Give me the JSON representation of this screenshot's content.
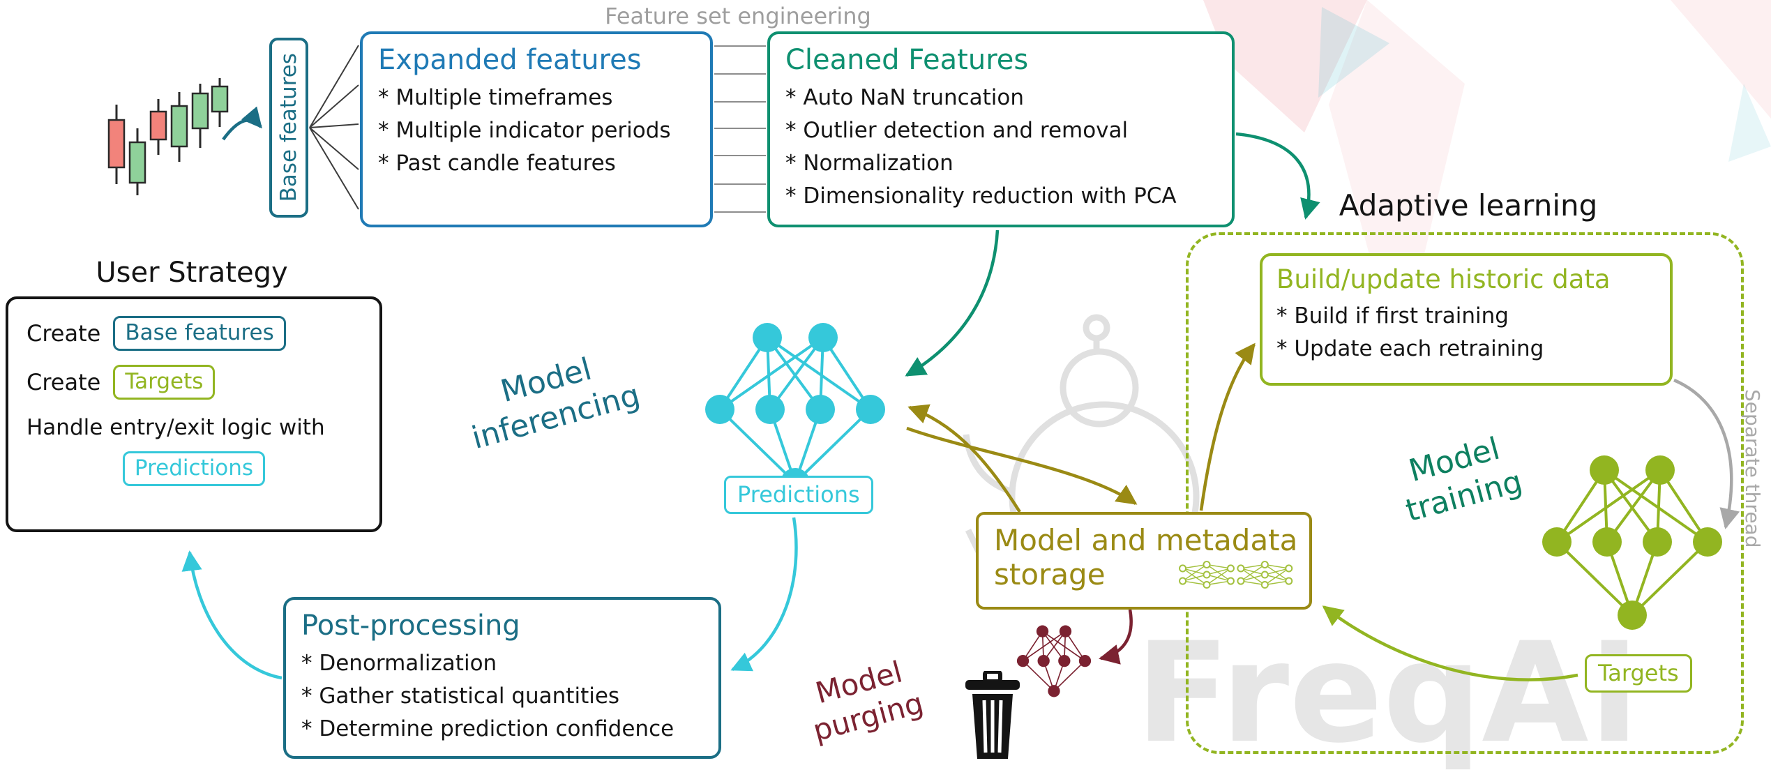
{
  "header": {
    "feature_set_engineering": "Feature set engineering"
  },
  "base_features_box": {
    "label": "Base features"
  },
  "expanded_features_box": {
    "title": "Expanded features",
    "items": [
      "* Multiple timeframes",
      "* Multiple indicator periods",
      "* Past candle features"
    ]
  },
  "cleaned_features_box": {
    "title": "Cleaned Features",
    "items": [
      "* Auto NaN truncation",
      "* Outlier detection and removal",
      "* Normalization",
      "* Dimensionality reduction with PCA"
    ]
  },
  "user_strategy": {
    "title": "User Strategy",
    "create1": "Create",
    "chip_base_features": "Base features",
    "create2": "Create",
    "chip_targets": "Targets",
    "handle_line": "Handle entry/exit logic with",
    "chip_predictions": "Predictions"
  },
  "model_inferencing": {
    "line1": "Model",
    "line2": "inferencing"
  },
  "predictions_label": "Predictions",
  "storage_box": {
    "line1": "Model and metadata",
    "line2": "storage"
  },
  "adaptive_learning": {
    "title": "Adaptive learning",
    "historic_box": {
      "title": "Build/update historic data",
      "items": [
        "* Build if first training",
        "* Update each retraining"
      ]
    },
    "separate_thread": "Separate thread",
    "model_training": {
      "line1": "Model",
      "line2": "training"
    },
    "targets_label": "Targets"
  },
  "post_processing_box": {
    "title": "Post-processing",
    "items": [
      "* Denormalization",
      "* Gather statistical quantities",
      "* Determine prediction confidence"
    ]
  },
  "model_purging": {
    "line1": "Model",
    "line2": "purging"
  },
  "watermark": {
    "text": "FreqAI"
  },
  "colors": {
    "blue": "#1f7ab5",
    "teal": "#1b6e85",
    "green": "#0e9070",
    "dark_green": "#0e8060",
    "cyan": "#35c8da",
    "olive": "#9a8a14",
    "yellow_green": "#92b521",
    "dark_red": "#7b2231",
    "gray": "#9e9e9e",
    "candle_red": "#f2837b",
    "candle_green": "#8fd19a"
  }
}
